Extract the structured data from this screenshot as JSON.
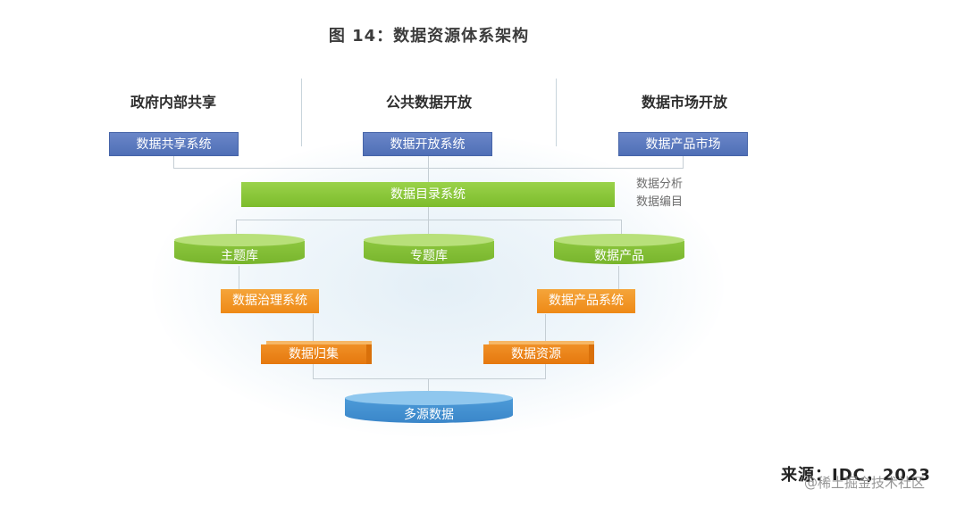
{
  "title": "图 14：数据资源体系架构",
  "top_columns": [
    {
      "heading": "政府内部共享",
      "system": "数据共享系统"
    },
    {
      "heading": "公共数据开放",
      "system": "数据开放系统"
    },
    {
      "heading": "数据市场开放",
      "system": "数据产品市场"
    }
  ],
  "catalog_system": "数据目录系统",
  "side_notes": [
    "数据分析",
    "数据编目"
  ],
  "databases": [
    "主题库",
    "专题库",
    "数据产品"
  ],
  "governance": {
    "left": "数据治理系统",
    "right": "数据产品系统"
  },
  "collection": {
    "left": "数据归集",
    "right": "数据资源"
  },
  "source_data": "多源数据",
  "source_credit": "来源：IDC，2023",
  "watermark": "@稀土掘金技术社区"
}
